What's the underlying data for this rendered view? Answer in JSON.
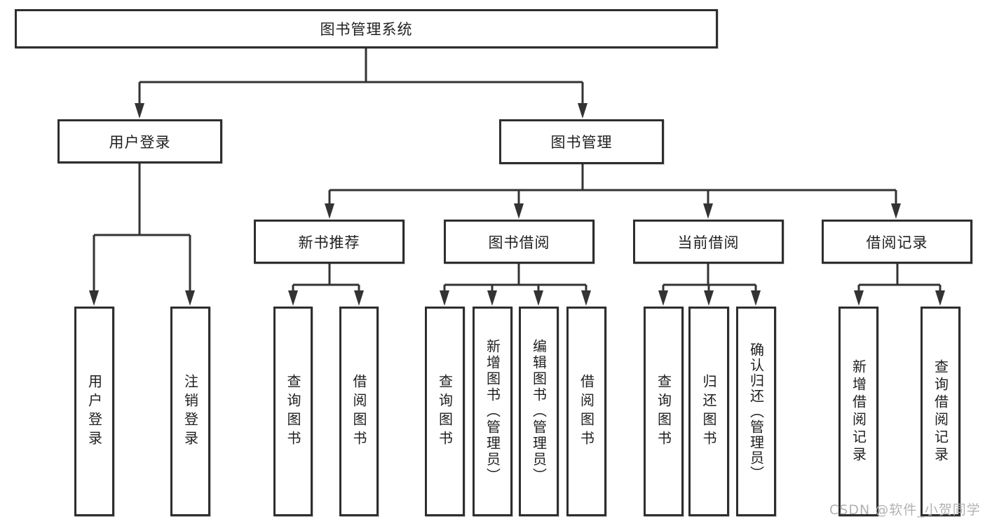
{
  "diagram": {
    "root": {
      "label": "图书管理系统"
    },
    "user_login": {
      "label": "用户登录",
      "children": {
        "login": {
          "label": "用户登录"
        },
        "logout": {
          "label": "注销登录"
        }
      }
    },
    "book_mgmt": {
      "label": "图书管理",
      "sections": {
        "new_book_rec": {
          "label": "新书推荐",
          "children": {
            "query_book": {
              "label": "查询图书"
            },
            "borrow_book": {
              "label": "借阅图书"
            }
          }
        },
        "book_borrow": {
          "label": "图书借阅",
          "children": {
            "query_book": {
              "label": "查询图书"
            },
            "add_book": {
              "label": "新增图书（管理员）"
            },
            "edit_book": {
              "label": "编辑图书（管理员）"
            },
            "borrow_book": {
              "label": "借阅图书"
            }
          }
        },
        "current_borrow": {
          "label": "当前借阅",
          "children": {
            "query_book": {
              "label": "查询图书"
            },
            "return_book": {
              "label": "归还图书"
            },
            "confirm_return": {
              "label": "确认归还（管理员）"
            }
          }
        },
        "borrow_record": {
          "label": "借阅记录",
          "children": {
            "add_record": {
              "label": "新增借阅记录"
            },
            "query_record": {
              "label": "查询借阅记录"
            }
          }
        }
      }
    }
  },
  "watermark": {
    "text": "CSDN @软件_小贺同学"
  },
  "colors": {
    "line": "#333333",
    "box_border": "#2e2e2e",
    "text": "#1f1f1f",
    "background": "#ffffff",
    "watermark": "#b2b2b2"
  }
}
